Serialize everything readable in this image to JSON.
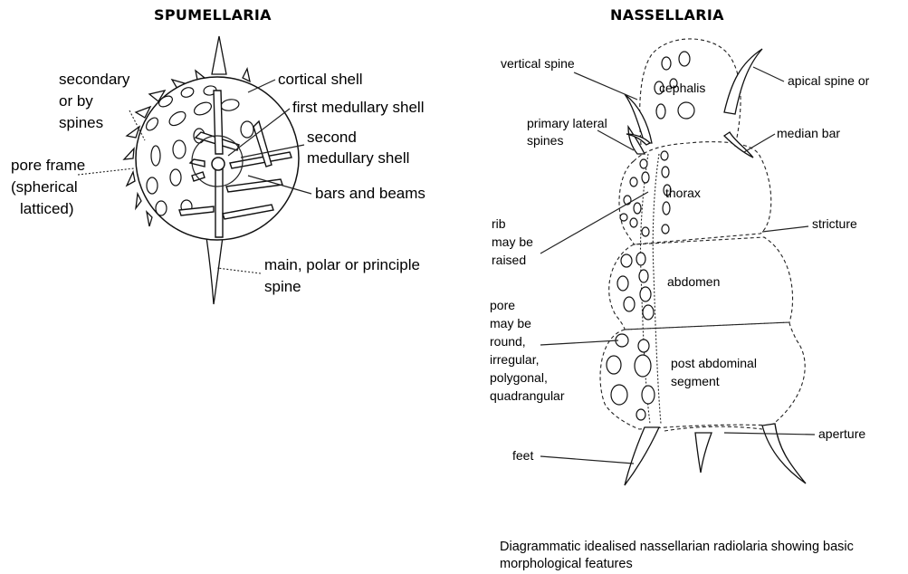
{
  "spumellaria": {
    "title": "SPUMELLARIA",
    "labels": {
      "secondary_1": "secondary",
      "secondary_2": "or by",
      "secondary_3": "spines",
      "cortical": "cortical shell",
      "first_medullary": "first medullary shell",
      "second_medullary_1": "second",
      "second_medullary_2": "medullary shell",
      "pore_frame_1": "pore frame",
      "pore_frame_2": "(spherical",
      "pore_frame_3": "latticed)",
      "bars": "bars and beams",
      "main_spine_1": "main, polar or principle",
      "main_spine_2": "spine"
    }
  },
  "nassellaria": {
    "title": "NASSELLARIA",
    "labels": {
      "vertical_spine": "vertical spine",
      "apical_spine": "apical spine or",
      "cephalis": "cephalis",
      "primary_lateral_1": "primary lateral",
      "primary_lateral_2": "spines",
      "median_bar": "median bar",
      "thorax": "thorax",
      "rib_1": "rib",
      "rib_2": "may be",
      "rib_3": "raised",
      "stricture": "stricture",
      "abdomen": "abdomen",
      "pore_1": "pore",
      "pore_2": "may be",
      "pore_3": "round,",
      "pore_4": "irregular,",
      "pore_5": "polygonal,",
      "pore_6": "quadrangular",
      "post_abdominal_1": "post abdominal",
      "post_abdominal_2": "segment",
      "aperture": "aperture",
      "feet": "feet"
    }
  },
  "caption": {
    "line1": "Diagrammatic idealised nassellarian radiolaria showing basic",
    "line2": "morphological features"
  }
}
